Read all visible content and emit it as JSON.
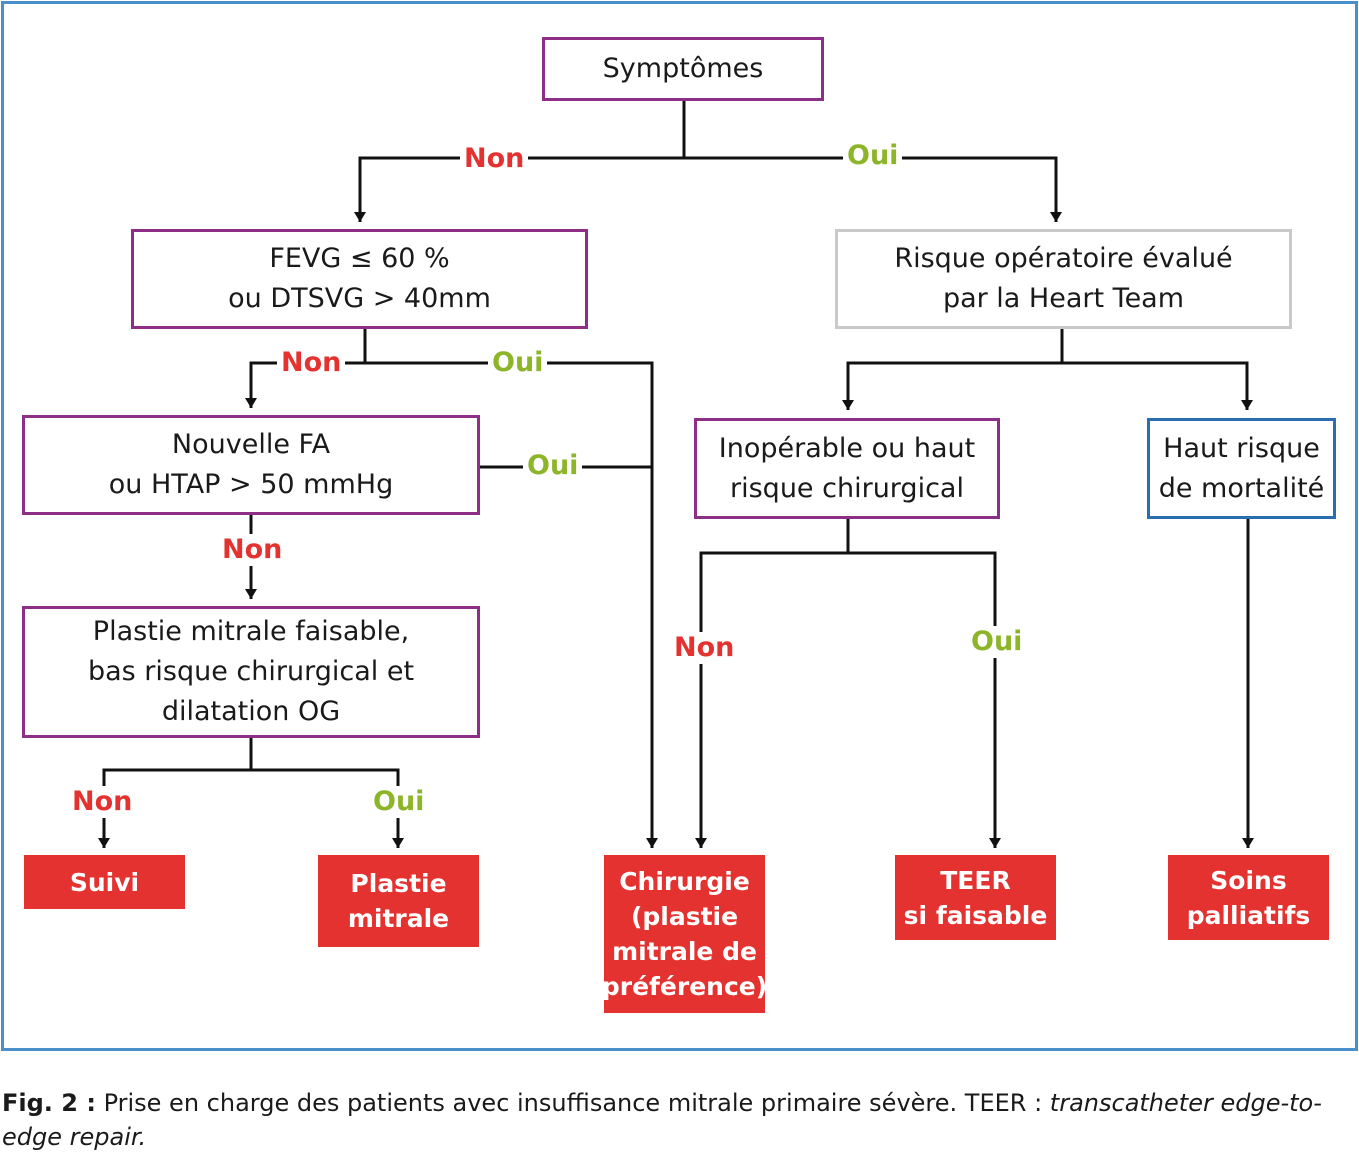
{
  "nodes": {
    "symptomes": "Symptômes",
    "fevg": "FEVG ≤ 60 %\nou DTSVG > 40mm",
    "risque": "Risque opératoire évalué\npar la Heart Team",
    "nouvelle_fa": "Nouvelle FA\nou HTAP > 50 mmHg",
    "inoperable": "Inopérable ou haut\nrisque chirurgical",
    "haut_risque": "Haut risque\nde mortalité",
    "plastie_faisable": "Plastie mitrale faisable,\nbas risque chirurgical et\ndilatation OG",
    "suivi": "Suivi",
    "plastie_mitrale": "Plastie\nmitrale",
    "chirurgie": "Chirurgie\n(plastie\nmitrale de\npréférence)",
    "teer": "TEER\nsi faisable",
    "soins": "Soins\npalliatifs"
  },
  "labels": {
    "non": "Non",
    "oui": "Oui"
  },
  "colors": {
    "frame": "#4a8fc7",
    "purple_border": "#8d2f86",
    "grey_border": "#c9c9c9",
    "blue_border": "#2b6eb0",
    "outcome_fill": "#e3322f",
    "non": "#e3322f",
    "oui": "#8db52a"
  },
  "caption": {
    "fig": "Fig. 2 :",
    "text": " Prise en charge des patients avec insuffisance mitrale primaire sévère. TEER : ",
    "italic": "transcatheter edge-to-edge repair."
  }
}
